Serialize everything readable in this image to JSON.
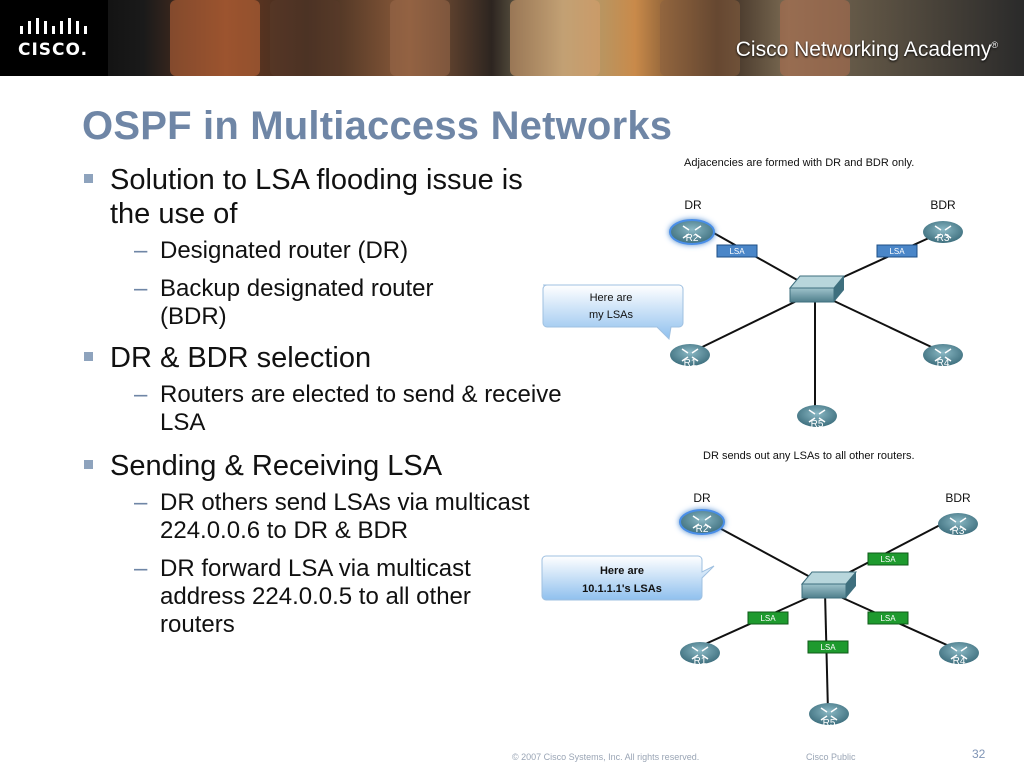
{
  "banner": {
    "brand": "CISCO.",
    "academy": "Cisco Networking Academy",
    "trademark": "®"
  },
  "slide": {
    "title": "OSPF in Multiaccess Networks",
    "bullets": [
      {
        "text": "Solution to LSA flooding issue is the use of",
        "sub": [
          "Designated router (DR)",
          "Backup designated router (BDR)"
        ]
      },
      {
        "text": "DR & BDR selection",
        "sub": [
          "Routers are elected to send & receive LSA"
        ]
      },
      {
        "text": "Sending & Receiving LSA",
        "sub": [
          "DR others send LSAs via multicast 224.0.0.6 to DR & BDR",
          "DR forward LSA via multicast address 224.0.0.5 to all other routers"
        ]
      }
    ]
  },
  "diagram_top": {
    "caption": "Adjacencies are formed with DR and BDR only.",
    "role_dr": "DR",
    "role_bdr": "BDR",
    "routers": [
      "R2",
      "R3",
      "R1",
      "R4",
      "R5"
    ],
    "lsa_label": "LSA",
    "bubble_line1": "Here are",
    "bubble_line2": "my LSAs",
    "lsa_color": "#4a86c8"
  },
  "diagram_bottom": {
    "caption": "DR sends out any LSAs to all other routers.",
    "role_dr": "DR",
    "role_bdr": "BDR",
    "routers": [
      "R2",
      "R3",
      "R1",
      "R4",
      "R5"
    ],
    "lsa_label": "LSA",
    "bubble_line1": "Here are",
    "bubble_line2": "10.1.1.1's LSAs",
    "lsa_color": "#1e9a2e"
  },
  "footer": {
    "copyright": "© 2007 Cisco Systems, Inc. All rights reserved.",
    "classification": "Cisco Public",
    "page": "32"
  }
}
